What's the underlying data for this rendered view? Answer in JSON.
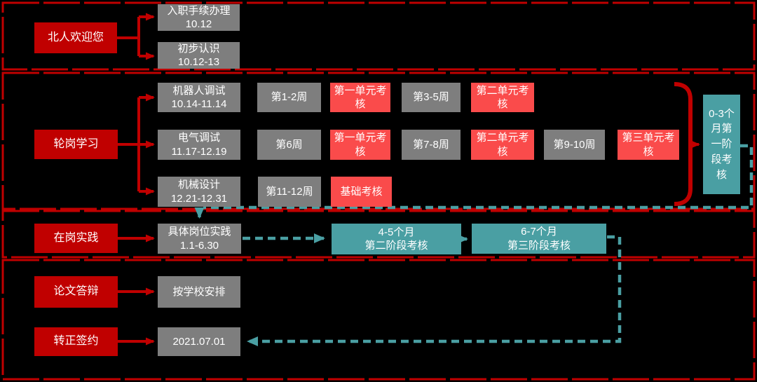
{
  "colors": {
    "bg": "#000000",
    "dark_red": "#C00000",
    "border_red": "#C00000",
    "bright_red": "#FA4B4B",
    "gray": "#7E7E7E",
    "teal": "#4A9FA3",
    "text": "#FFFFFF"
  },
  "welcome": {
    "lead": "北人欢迎您",
    "onboarding": "入职手续办理\n10.12",
    "intro": "初步认识\n10.12-13"
  },
  "rotation": {
    "lead": "轮岗学习",
    "robot": "机器人调试\n10.14-11.14",
    "electric": "电气调试\n11.17-12.19",
    "mech": "机械设计\n12.21-12.31",
    "w12": "第1-2周",
    "exam1a": "第一单元考\n核",
    "w35": "第3-5周",
    "exam2a": "第二单元考\n核",
    "w6": "第6周",
    "exam1b": "第一单元考\n核",
    "w78": "第7-8周",
    "exam2b": "第二单元考\n核",
    "w910": "第9-10周",
    "exam3": "第三单元考\n核",
    "basic_exam": "基础考核",
    "w1112": "第11-12周",
    "stage1": "0-3个\n月第\n一阶\n段考\n核"
  },
  "practice": {
    "lead": "在岗实践",
    "main": "具体岗位实践\n1.1-6.30",
    "stage2": "4-5个月\n第二阶段考核",
    "stage3": "6-7个月\n第三阶段考核"
  },
  "final": {
    "thesis_lead": "论文答辩",
    "thesis": "按学校安排",
    "sign_lead": "转正签约",
    "sign_date": "2021.07.01"
  }
}
